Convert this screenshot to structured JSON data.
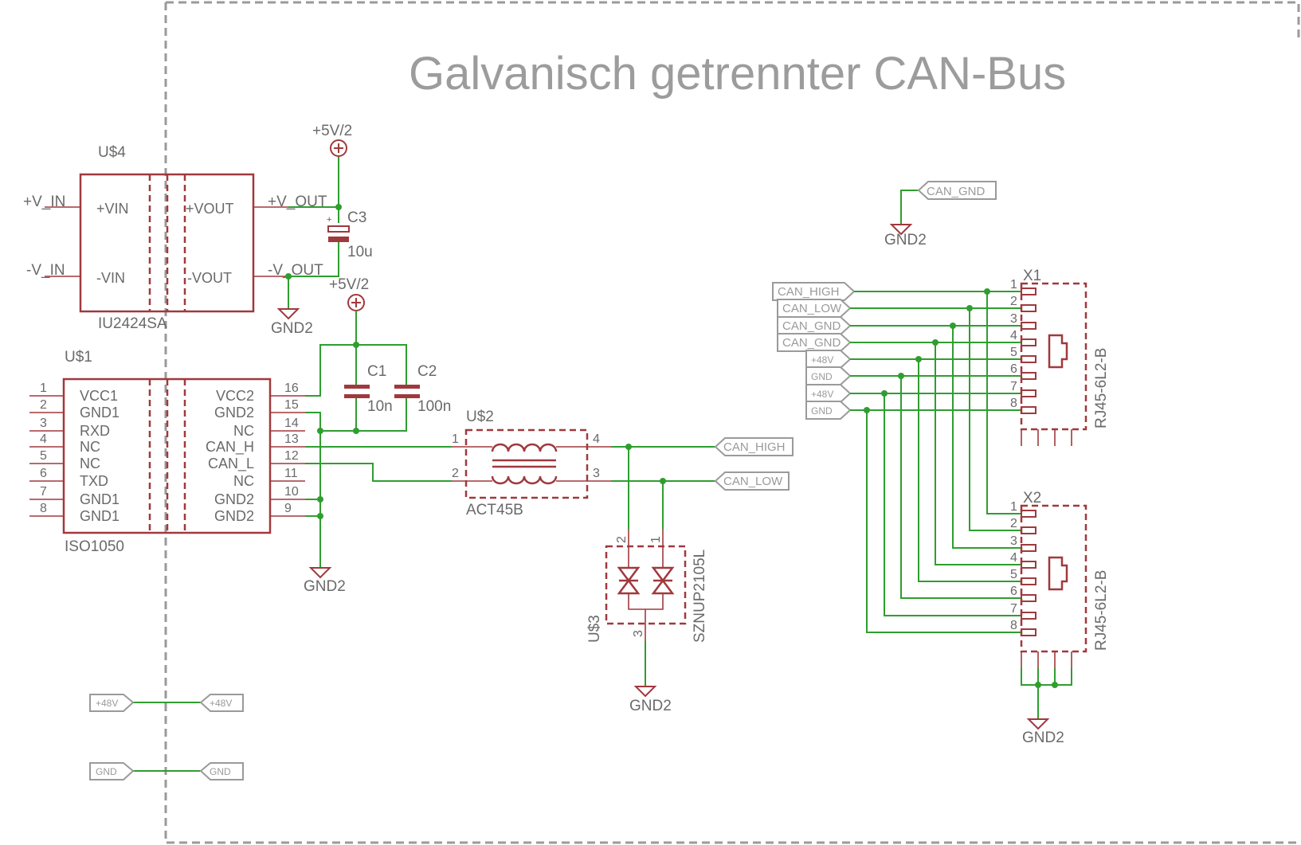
{
  "title": "Galvanisch getrennter CAN-Bus",
  "power_module": {
    "ref": "U$4",
    "value": "IU2424SA",
    "pins": [
      "+VIN",
      "-VIN",
      "+VOUT",
      "-VOUT"
    ]
  },
  "transceiver": {
    "ref": "U$1",
    "value": "ISO1050",
    "left_pins": [
      {
        "num": "1",
        "name": "VCC1"
      },
      {
        "num": "2",
        "name": "GND1"
      },
      {
        "num": "3",
        "name": "RXD"
      },
      {
        "num": "4",
        "name": "NC"
      },
      {
        "num": "5",
        "name": "NC"
      },
      {
        "num": "6",
        "name": "TXD"
      },
      {
        "num": "7",
        "name": "GND1"
      },
      {
        "num": "8",
        "name": "GND1"
      }
    ],
    "right_pins": [
      {
        "num": "16",
        "name": "VCC2"
      },
      {
        "num": "15",
        "name": "GND2"
      },
      {
        "num": "14",
        "name": "NC"
      },
      {
        "num": "13",
        "name": "CAN_H"
      },
      {
        "num": "12",
        "name": "CAN_L"
      },
      {
        "num": "11",
        "name": "NC"
      },
      {
        "num": "10",
        "name": "GND2"
      },
      {
        "num": "9",
        "name": "GND2"
      }
    ]
  },
  "choke": {
    "ref": "U$2",
    "value": "ACT45B",
    "pins": [
      "1",
      "2",
      "3",
      "4"
    ]
  },
  "tvs": {
    "ref": "U$3",
    "value": "SZNUP2105L",
    "pins": [
      "1",
      "2",
      "3"
    ]
  },
  "capacitors": [
    {
      "ref": "C1",
      "value": "10n"
    },
    {
      "ref": "C2",
      "value": "100n"
    },
    {
      "ref": "C3",
      "value": "10u"
    }
  ],
  "nets": {
    "v_in_pos": "+V_IN",
    "v_in_neg": "-V_IN",
    "v_out_pos": "+V_OUT",
    "v_out_neg": "-V_OUT",
    "supply": "+5V/2",
    "ground": "GND2"
  },
  "flags": {
    "can_high": "CAN_HIGH",
    "can_low": "CAN_LOW",
    "can_gnd": "CAN_GND",
    "p48": "+48V",
    "gnd": "GND"
  },
  "connectors": [
    {
      "ref": "X1",
      "value": "RJ45-6L2-B"
    },
    {
      "ref": "X2",
      "value": "RJ45-6L2-B"
    }
  ],
  "rj_pins": [
    "1",
    "2",
    "3",
    "4",
    "5",
    "6",
    "7",
    "8"
  ],
  "x1_flags": [
    "CAN_HIGH",
    "CAN_LOW",
    "CAN_GND",
    "CAN_GND",
    "+48V",
    "GND",
    "+48V",
    "GND"
  ],
  "jumpers": [
    {
      "left": "+48V",
      "right": "+48V"
    },
    {
      "left": "GND",
      "right": "GND"
    }
  ]
}
